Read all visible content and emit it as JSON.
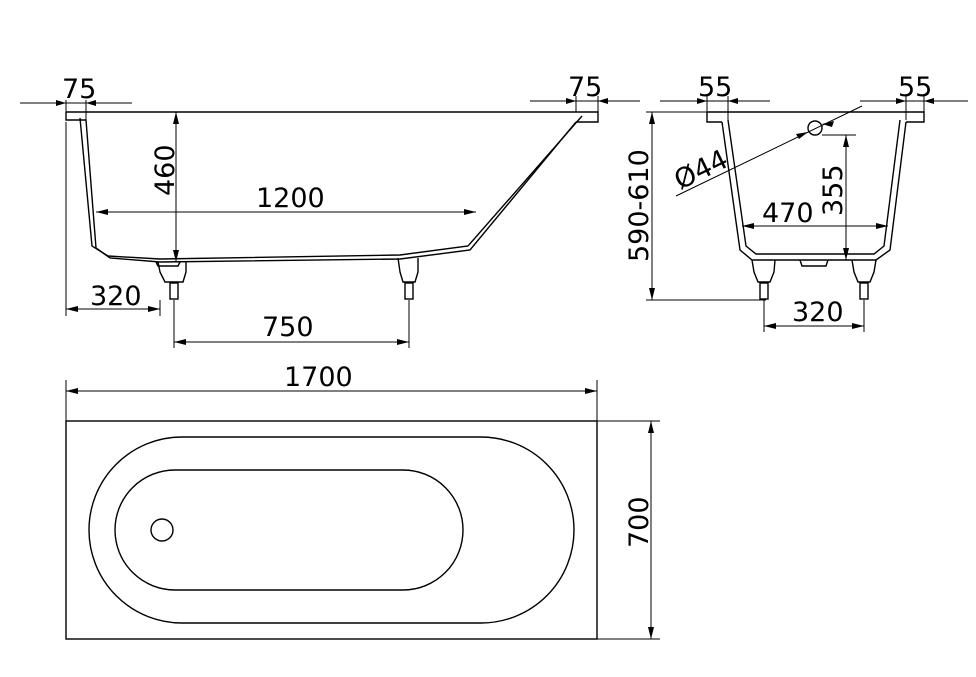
{
  "dimensions": {
    "side_rim_left": "75",
    "side_rim_right": "75",
    "side_depth": "460",
    "side_bottom_length": "1200",
    "side_leg_offset": "320",
    "side_leg_span": "750",
    "end_rim_left": "55",
    "end_rim_right": "55",
    "end_height": "590-610",
    "end_drain_diameter": "Ø44",
    "end_overflow_height": "355",
    "end_bottom_width": "470",
    "end_leg_offset": "320",
    "plan_length": "1700",
    "plan_width": "700"
  },
  "colors": {
    "line": "#000000",
    "background": "#ffffff"
  }
}
